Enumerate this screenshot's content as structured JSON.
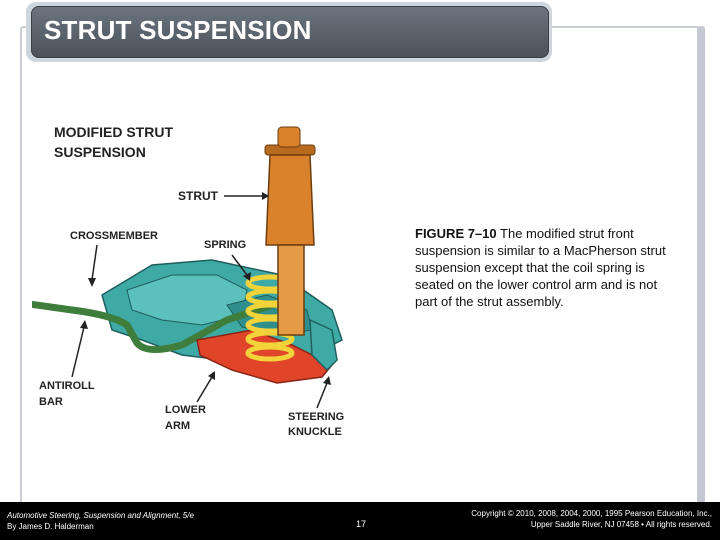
{
  "slide": {
    "title": "STRUT SUSPENSION"
  },
  "figure": {
    "heading_line1": "MODIFIED STRUT",
    "heading_line2": "SUSPENSION",
    "labels": {
      "strut": "STRUT",
      "crossmember": "CROSSMEMBER",
      "spring": "SPRING",
      "antiroll_line1": "ANTIROLL",
      "antiroll_line2": "BAR",
      "lower_arm_line1": "LOWER",
      "lower_arm_line2": "ARM",
      "steering_line1": "STEERING",
      "steering_line2": "KNUCKLE"
    },
    "colors": {
      "strut": "#d9822b",
      "frame": "#3fa9a6",
      "spring": "#f2d43a",
      "lower_arm": "#e0452a",
      "antiroll_bar": "#3e7d3c"
    }
  },
  "caption": {
    "figure_id": "FIGURE 7–10",
    "text": " The modified strut front suspension is similar to a MacPherson strut suspension except that the coil spring is seated on the lower control arm and is not part of the strut assembly."
  },
  "footer": {
    "book_title": "Automotive Steering, Suspension and Alignment, 5/e",
    "author": "By James D. Halderman",
    "page_number": "17",
    "copyright_line1": "Copyright © 2010, 2008, 2004, 2000, 1995 Pearson Education, Inc.,",
    "copyright_line2": "Upper Saddle River, NJ 07458 • All rights reserved."
  }
}
